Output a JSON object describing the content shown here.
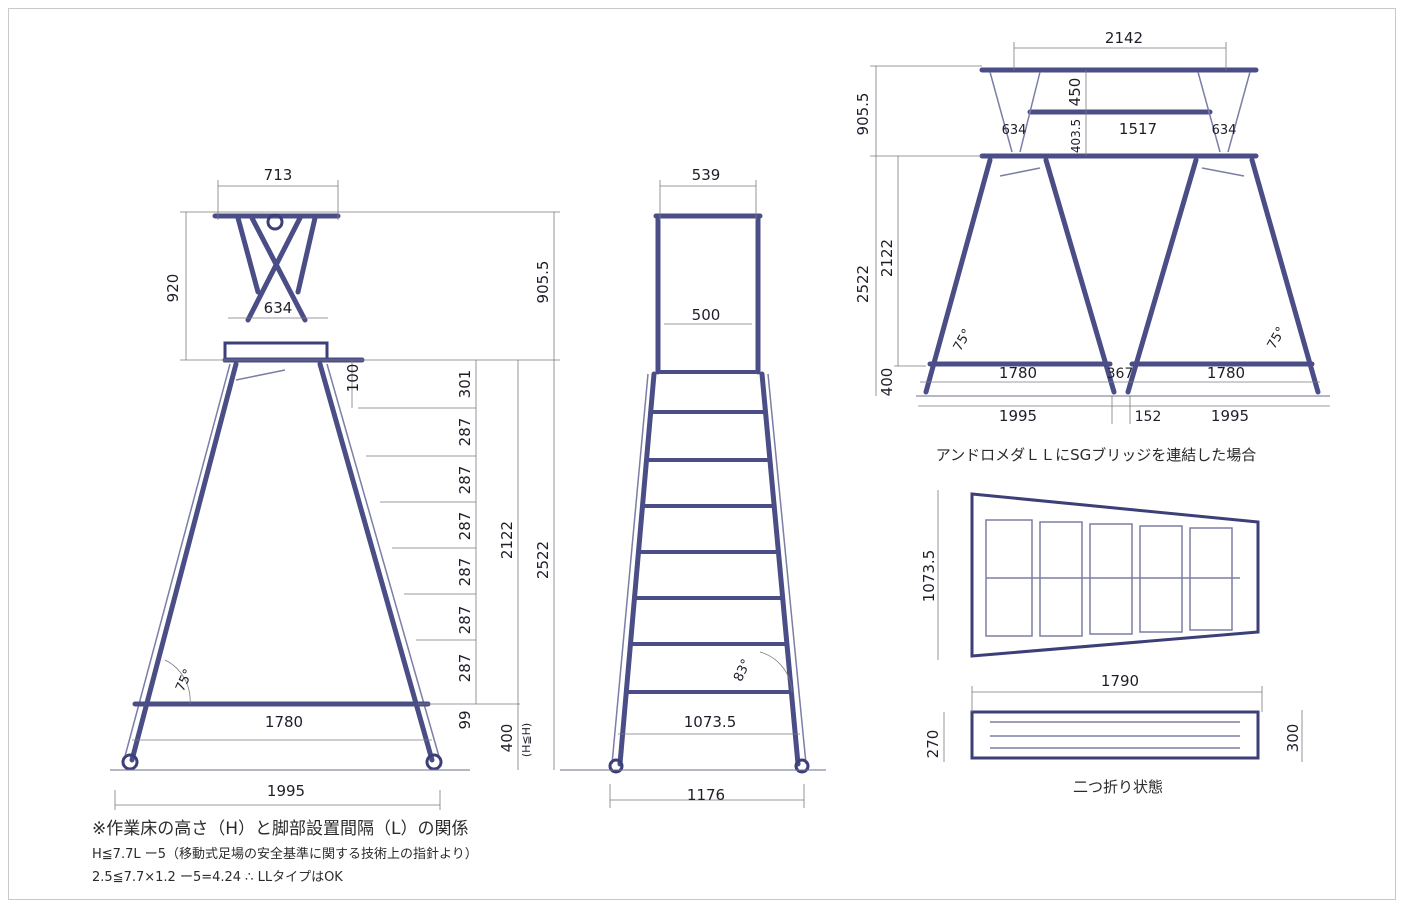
{
  "front_view": {
    "dims": {
      "top_width": "713",
      "mid_width": "634",
      "upper_height": "920",
      "total_upper": "905.5",
      "step_100": "100",
      "step_301": "301",
      "step_287": "287",
      "step_99": "99",
      "span_2122": "2122",
      "height_2522": "2522",
      "base_400": "400",
      "base_400_sub": "(H≦H)",
      "base_1780": "1780",
      "base_1995": "1995",
      "angle": "75°"
    }
  },
  "side_view": {
    "dims": {
      "top_width": "539",
      "mid_width": "500",
      "base_inner": "1073.5",
      "base_outer": "1176",
      "angle": "83°"
    }
  },
  "bridge_view": {
    "dims": {
      "top_span": "2142",
      "upper": "905.5",
      "gap_450": "450",
      "gap_4035": "403.5",
      "side_634": "634",
      "center_1517": "1517",
      "h_2522": "2522",
      "h_2122": "2122",
      "h_400": "400",
      "inner_1780": "1780",
      "joint_367": "367",
      "outer_1995": "1995",
      "joint_152": "152",
      "angle": "75°"
    },
    "caption": "アンドロメダＬＬにSGブリッジを連結した場合"
  },
  "folded_view": {
    "dims": {
      "height": "1073.5",
      "length": "1790",
      "thick_left": "270",
      "thick_right": "300"
    },
    "caption": "二つ折り状態"
  },
  "notes": {
    "line1": "※作業床の高さ（H）と脚部設置間隔（L）の関係",
    "line2": "H≦7.7L  ー5（移動式足場の安全基準に関する技術上の指針より）",
    "line3": "2.5≦7.7×1.2 ー5=4.24  ∴ LLタイプはOK"
  },
  "colors": {
    "structure": "#4a4d86",
    "dimension_line": "#7a7a80",
    "text": "#1e1e2a"
  }
}
